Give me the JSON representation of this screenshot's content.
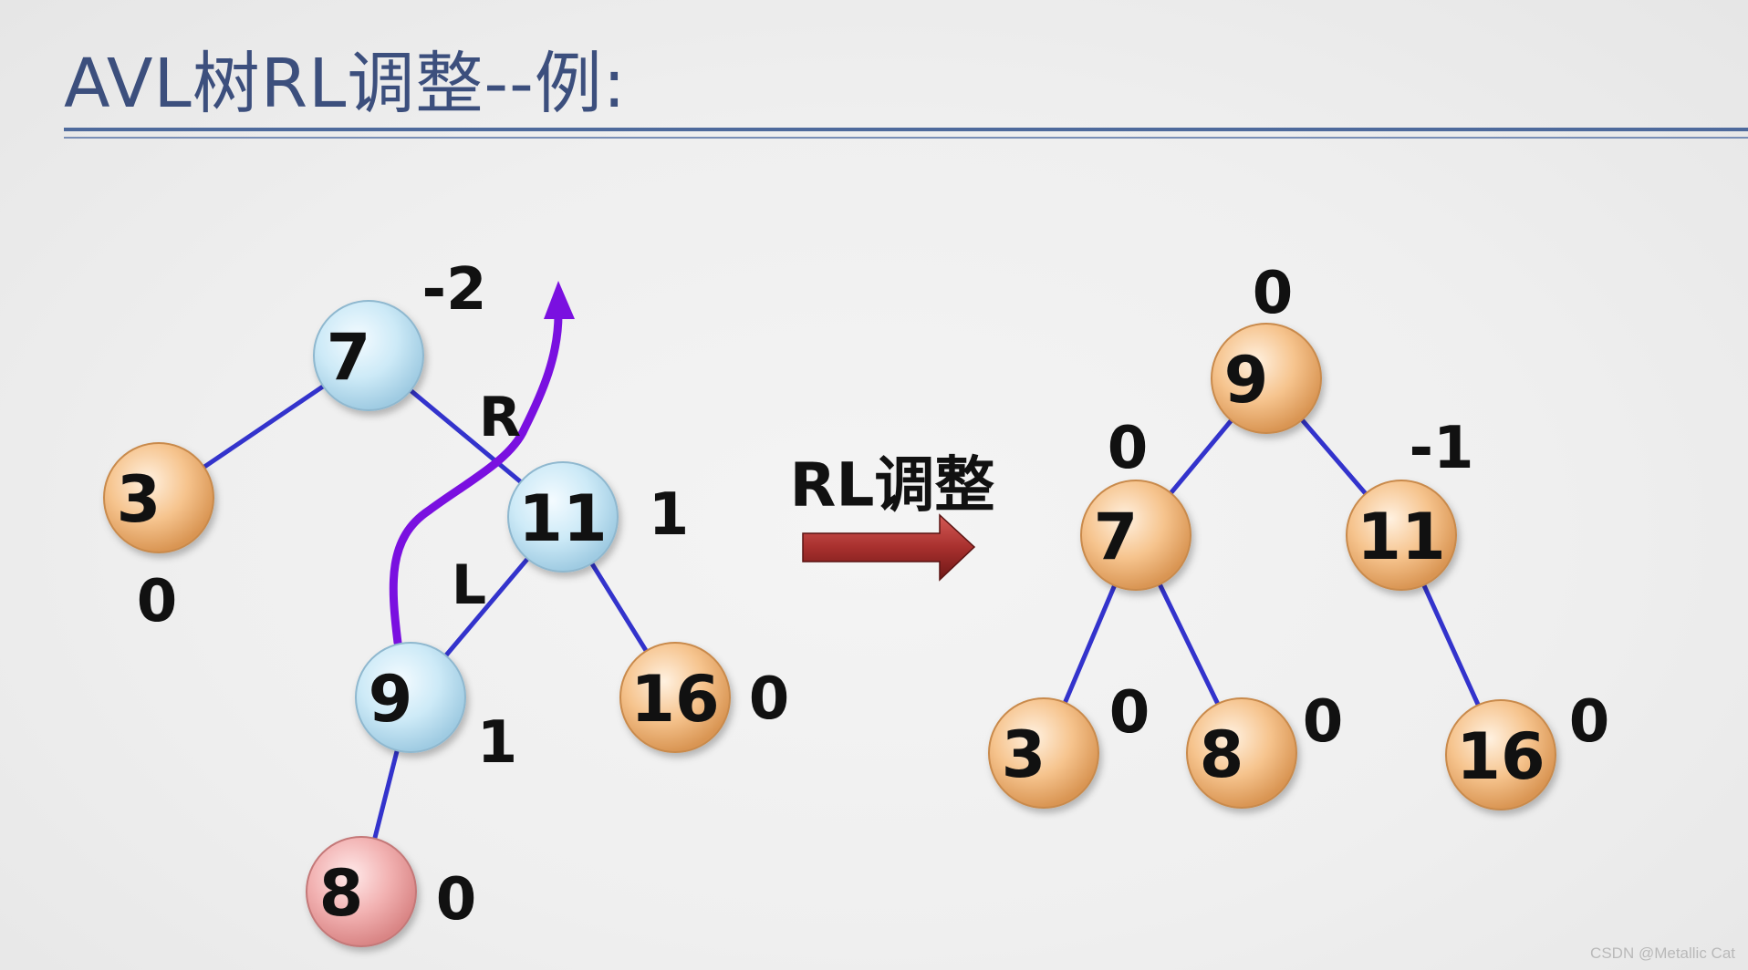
{
  "slide": {
    "title": "AVL树RL调整--例:",
    "watermark": "CSDN @Metallic Cat"
  },
  "colors": {
    "title": "#3c4f7d",
    "edge": "#3333cc",
    "path_arrow": "#7a10e0",
    "node_blue": "#cdeaf7",
    "node_orange": "#f6c48e",
    "node_pink": "#f2b2b2",
    "transform_arrow": "#a8302e"
  },
  "before_tree": {
    "nodes": [
      {
        "key": "7",
        "balance": "-2",
        "style": "blue"
      },
      {
        "key": "3",
        "balance": "0",
        "style": "orange"
      },
      {
        "key": "11",
        "balance": "1",
        "style": "blue"
      },
      {
        "key": "9",
        "balance": "1",
        "style": "blue"
      },
      {
        "key": "16",
        "balance": "0",
        "style": "orange"
      },
      {
        "key": "8",
        "balance": "0",
        "style": "pink"
      }
    ],
    "edges": [
      [
        "7",
        "3"
      ],
      [
        "7",
        "11"
      ],
      [
        "11",
        "9"
      ],
      [
        "11",
        "16"
      ],
      [
        "9",
        "8"
      ]
    ],
    "edge_labels": {
      "R": "R",
      "L": "L"
    }
  },
  "transform": {
    "label": "RL调整",
    "arrow_icon": "right-arrow-icon"
  },
  "after_tree": {
    "nodes": [
      {
        "key": "9",
        "balance": "0",
        "style": "orange"
      },
      {
        "key": "7",
        "balance": "0",
        "style": "orange"
      },
      {
        "key": "11",
        "balance": "-1",
        "style": "orange"
      },
      {
        "key": "3",
        "balance": "0",
        "style": "orange"
      },
      {
        "key": "8",
        "balance": "0",
        "style": "orange"
      },
      {
        "key": "16",
        "balance": "0",
        "style": "orange"
      }
    ],
    "edges": [
      [
        "9",
        "7"
      ],
      [
        "9",
        "11"
      ],
      [
        "7",
        "3"
      ],
      [
        "7",
        "8"
      ],
      [
        "11",
        "16"
      ]
    ]
  }
}
